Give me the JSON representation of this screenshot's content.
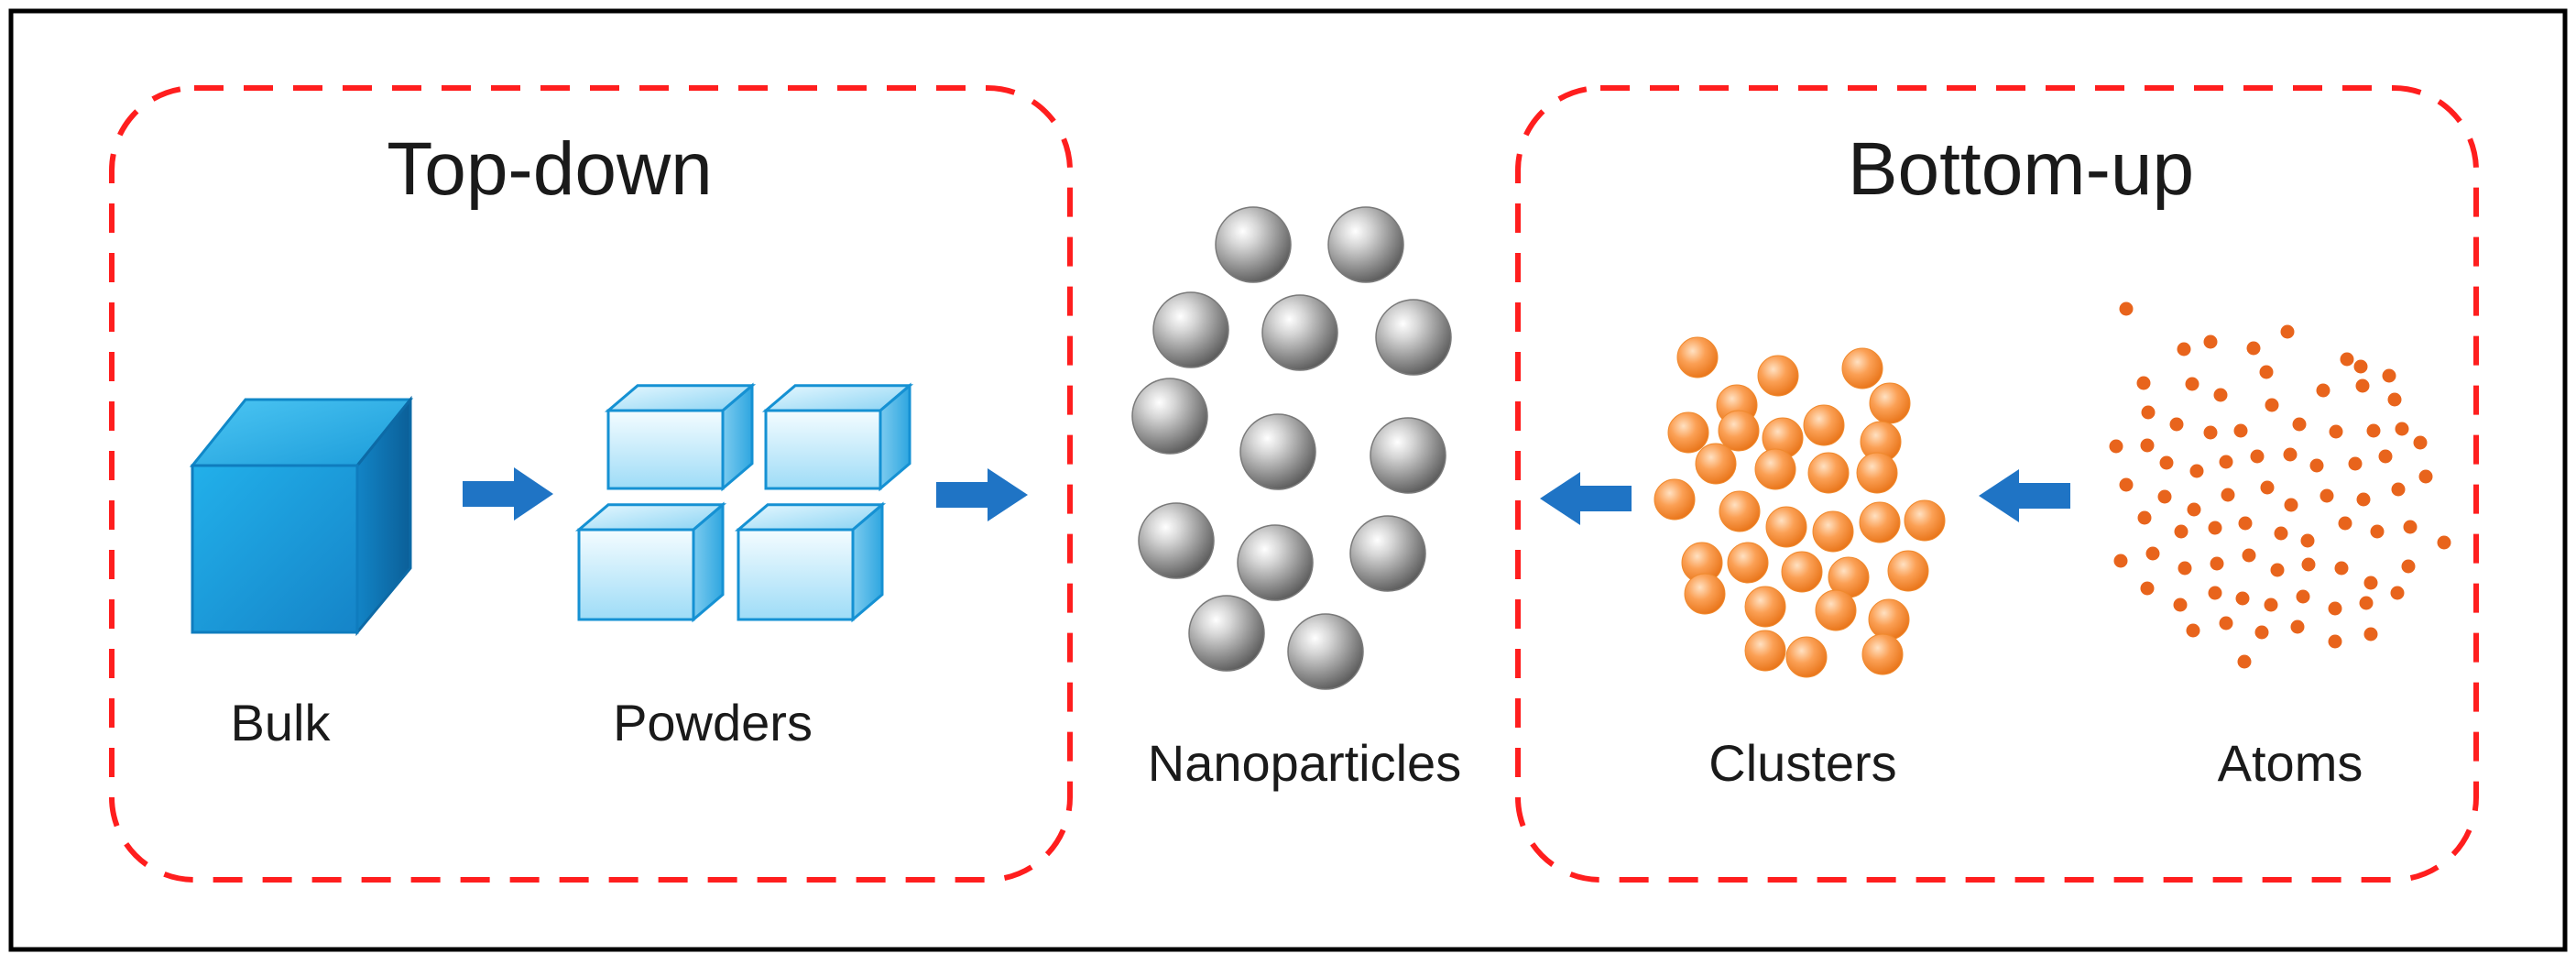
{
  "sections": {
    "top_down": {
      "title": "Top-down"
    },
    "bottom_up": {
      "title": "Bottom-up"
    }
  },
  "labels": {
    "bulk": "Bulk",
    "powders": "Powders",
    "nanoparticles": "Nanoparticles",
    "clusters": "Clusters",
    "atoms": "Atoms"
  },
  "colors": {
    "frame": "#000000",
    "dashed_border": "#ff1e1e",
    "arrow": "#1f74c5",
    "cube_front": "#1aa2de",
    "cube_top": "#29b6ee",
    "cube_side": "#0e78b8",
    "powder_fill": "#cfeefc",
    "powder_edge": "#1591d3",
    "nanoparticle": "#8f8f8f",
    "cluster": "#f7943a",
    "atom": "#e8641c"
  }
}
